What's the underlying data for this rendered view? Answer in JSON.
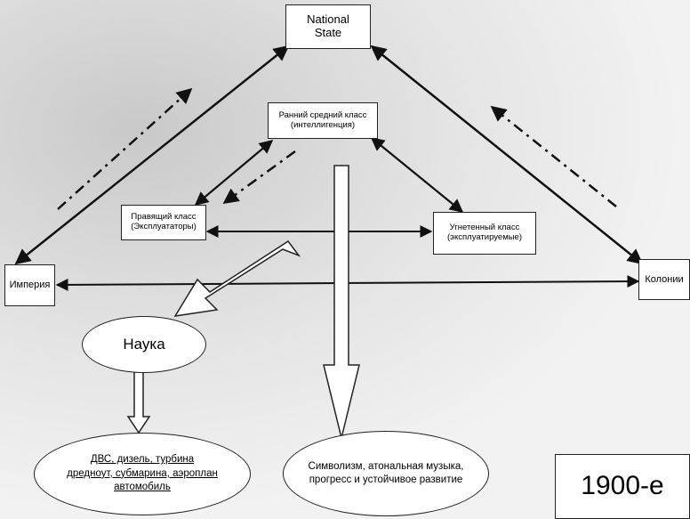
{
  "nodes": {
    "national_state": "National\nState",
    "early_middle_class": "Ранний средний класс\n(интеллигенция)",
    "ruling_class": "Правящий класс\n(Эксплуататоры)",
    "oppressed_class": "Угнетенный класс\n(эксплуатируемые)",
    "empire": "Империя",
    "colonies": "Колонии",
    "science": "Наука",
    "technologies": "ДВС, дизель, турбина\nдредноут, субмарина, аэроплан\nавтомобиль",
    "culture": "Символизм, атональная музыка,\nпрогресс и устойчивое развитие",
    "era": "1900-е"
  },
  "colors": {
    "line": "#111111",
    "box_fill": "#ffffff",
    "background": "#ececec"
  }
}
